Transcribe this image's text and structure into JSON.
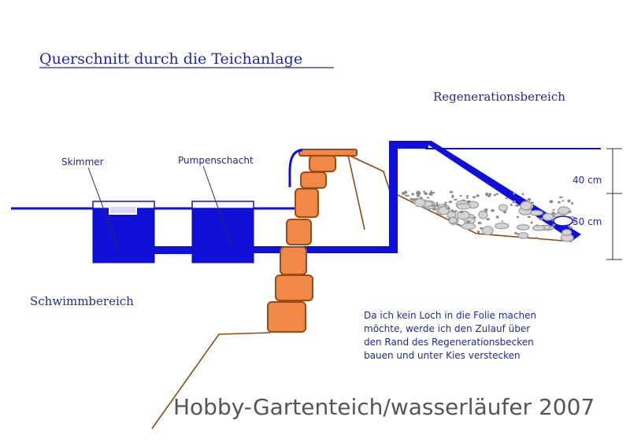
{
  "title": "Querschnitt durch die Teichanlage",
  "labels": {
    "regeneration": "Regenerationsbereich",
    "skimmer": "Skimmer",
    "pump": "Pumpenschacht",
    "swim": "Schwimmbereich",
    "depth1": "40 cm",
    "depth2": "50 cm"
  },
  "note": [
    "Da ich kein Loch in die Folie machen",
    "möchte, werde ich den Zulauf über",
    "den Rand des Regenerationsbecken",
    "bauen und unter Kies verstecken"
  ],
  "watermark": "Hobby-Gartenteich/wasserläufer 2007",
  "colors": {
    "water": "#1010d8",
    "brick": "#f08848",
    "brickEdge": "#9a4a12",
    "soil": "#8b4a1a",
    "text": "#1f2a9a",
    "gravel": "#a8a8a8"
  }
}
